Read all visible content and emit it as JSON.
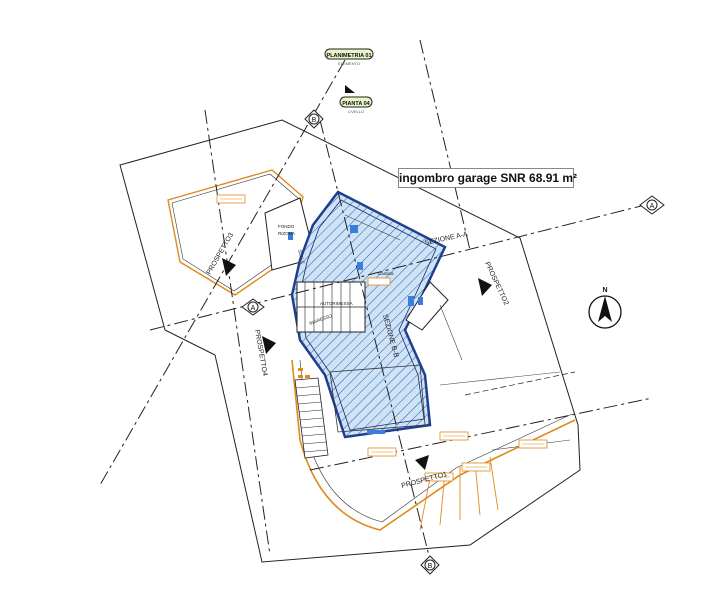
{
  "plan": {
    "area_label": "ingombro garage SNR 68.91 m²",
    "tags": {
      "planimetria": "PLANIMETRIA 01",
      "planimetria_sub": "ELEMENTO",
      "pianta": "PIANTA 04",
      "pianta_sub": "LIVELLO"
    },
    "section_markers": {
      "a": "A",
      "b": "B"
    },
    "view_labels": {
      "prospetto01": "PROSPETTO1",
      "prospetto02": "PROSPETTO2",
      "prospetto03": "PROSPETTO3",
      "prospetto04": "PROSPETTO4",
      "sezione_aa": "SEZIONE A-A",
      "sezione_bb": "SEZIONE B-B"
    },
    "room_labels": {
      "fondo": "FONDO",
      "rizona": "RIZONA",
      "scale": "SCALE",
      "cantina": "Cantina",
      "autorimessa": "AUTORIMESSA",
      "ingresso": "INGRESSO"
    },
    "north": "N",
    "colors": {
      "line": "#1a1a1a",
      "hatch_fill": "#cfe3f5",
      "hatch_stroke": "#1f5fbf",
      "orange": "#e08a1e",
      "tag_green": "#e8f5c8"
    }
  }
}
